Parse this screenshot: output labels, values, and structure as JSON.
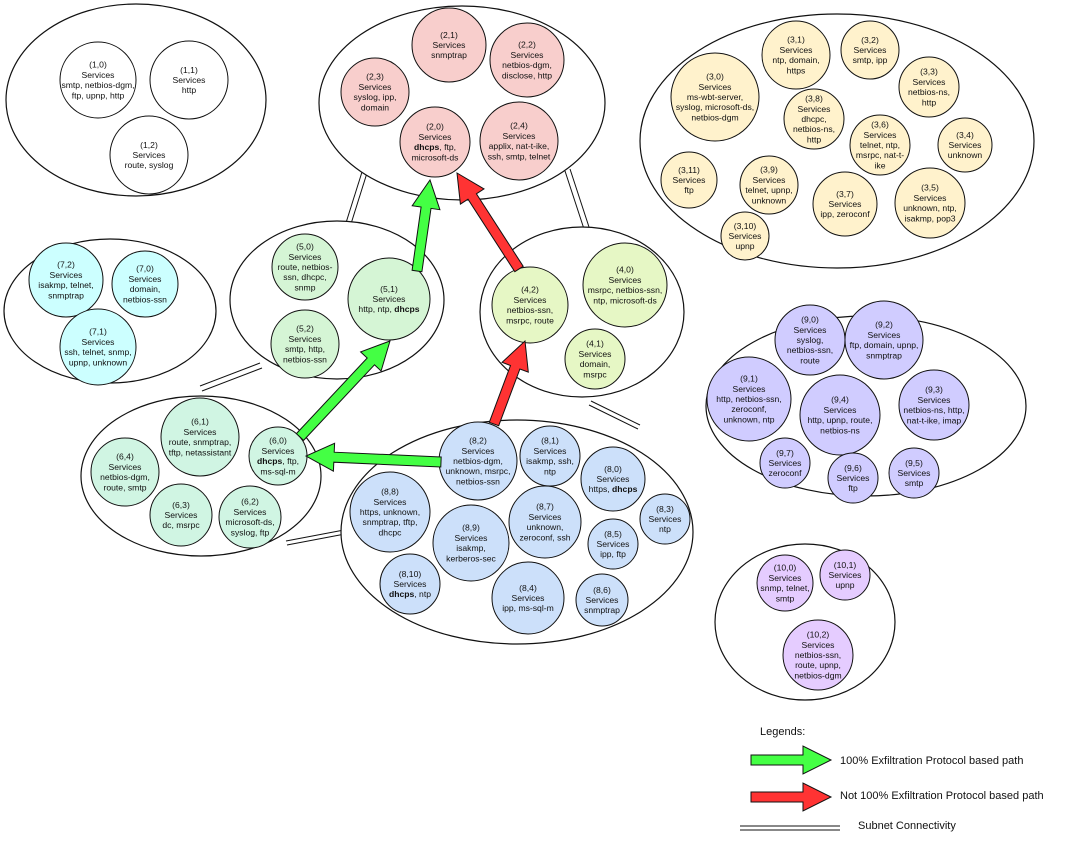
{
  "colors": {
    "subnet2": "#f8cecc",
    "subnet3": "#fff2cc",
    "subnet4": "#e6f7c5",
    "subnet5": "#d5f5d5",
    "subnet6": "#d0f5e3",
    "subnet7": "#ccffff",
    "subnet8": "#cce0fa",
    "subnet9": "#d0ccff",
    "subnet10": "#e5ccff",
    "white": "#ffffff",
    "green_arrow": "#44ff44",
    "red_arrow": "#ff3333"
  },
  "hosts": {
    "h1_0": {
      "lines": [
        "(1,0)",
        "Services",
        "smtp, netbios-dgm,",
        "ftp, upnp, http"
      ]
    },
    "h1_1": {
      "lines": [
        "(1,1)",
        "Services",
        "http"
      ]
    },
    "h1_2": {
      "lines": [
        "(1,2)",
        "Services",
        "route, syslog"
      ]
    },
    "h2_1": {
      "lines": [
        "(2,1)",
        "Services",
        "snmptrap"
      ]
    },
    "h2_2": {
      "lines": [
        "(2,2)",
        "Services",
        "netbios-dgm,",
        "disclose, http"
      ]
    },
    "h2_3": {
      "lines": [
        "(2,3)",
        "Services",
        "syslog, ipp,",
        "domain"
      ]
    },
    "h2_0": {
      "lines": [
        "(2,0)",
        "Services",
        "dhcps, ftp,",
        "microsoft-ds"
      ]
    },
    "h2_4": {
      "lines": [
        "(2,4)",
        "Services",
        "applix, nat-t-ike,",
        "ssh, smtp, telnet"
      ]
    },
    "h3_1": {
      "lines": [
        "(3,1)",
        "Services",
        "ntp, domain,",
        "https"
      ]
    },
    "h3_2": {
      "lines": [
        "(3,2)",
        "Services",
        "smtp, ipp"
      ]
    },
    "h3_0": {
      "lines": [
        "(3,0)",
        "Services",
        "ms-wbt-server,",
        "syslog, microsoft-ds,",
        "netbios-dgm"
      ]
    },
    "h3_3": {
      "lines": [
        "(3,3)",
        "Services",
        "netbios-ns,",
        "http"
      ]
    },
    "h3_8": {
      "lines": [
        "(3,8)",
        "Services",
        "dhcpc,",
        "netbios-ns,",
        "http"
      ]
    },
    "h3_6": {
      "lines": [
        "(3,6)",
        "Services",
        "telnet, ntp,",
        "msrpc, nat-t-",
        "ike"
      ]
    },
    "h3_4": {
      "lines": [
        "(3,4)",
        "Services",
        "unknown"
      ]
    },
    "h3_11": {
      "lines": [
        "(3,11)",
        "Services",
        "ftp"
      ]
    },
    "h3_9": {
      "lines": [
        "(3,9)",
        "Services",
        "telnet, upnp,",
        "unknown"
      ]
    },
    "h3_7": {
      "lines": [
        "(3,7)",
        "Services",
        "ipp, zeroconf"
      ]
    },
    "h3_5": {
      "lines": [
        "(3,5)",
        "Services",
        "unknown, ntp,",
        "isakmp, pop3"
      ]
    },
    "h3_10": {
      "lines": [
        "(3,10)",
        "Services",
        "upnp"
      ]
    },
    "h7_2": {
      "lines": [
        "(7,2)",
        "Services",
        "isakmp, telnet,",
        "snmptrap"
      ]
    },
    "h7_0": {
      "lines": [
        "(7,0)",
        "Services",
        "domain,",
        "netbios-ssn"
      ]
    },
    "h7_1": {
      "lines": [
        "(7,1)",
        "Services",
        "ssh, telnet, snmp,",
        "upnp, unknown"
      ]
    },
    "h5_0": {
      "lines": [
        "(5,0)",
        "Services",
        "route, netbios-",
        "ssn, dhcpc,",
        "snmp"
      ]
    },
    "h5_1": {
      "lines": [
        "(5,1)",
        "Services",
        "http, ntp, dhcps"
      ]
    },
    "h5_2": {
      "lines": [
        "(5,2)",
        "Services",
        "smtp, http,",
        "netbios-ssn"
      ]
    },
    "h4_2": {
      "lines": [
        "(4,2)",
        "Services",
        "netbios-ssn,",
        "msrpc, route"
      ]
    },
    "h4_0": {
      "lines": [
        "(4,0)",
        "Services",
        "msrpc, netbios-ssn,",
        "ntp, microsoft-ds"
      ]
    },
    "h4_1": {
      "lines": [
        "(4,1)",
        "Services",
        "domain,",
        "msrpc"
      ]
    },
    "h9_0": {
      "lines": [
        "(9,0)",
        "Services",
        "syslog,",
        "netbios-ssn,",
        "route"
      ]
    },
    "h9_2": {
      "lines": [
        "(9,2)",
        "Services",
        "ftp, domain, upnp,",
        "snmptrap"
      ]
    },
    "h9_1": {
      "lines": [
        "(9,1)",
        "Services",
        "http, netbios-ssn,",
        "zeroconf,",
        "unknown, ntp"
      ]
    },
    "h9_4": {
      "lines": [
        "(9,4)",
        "Services",
        "http, upnp, route,",
        "netbios-ns"
      ]
    },
    "h9_3": {
      "lines": [
        "(9,3)",
        "Services",
        "netbios-ns, http,",
        "nat-t-ike, imap"
      ]
    },
    "h9_7": {
      "lines": [
        "(9,7)",
        "Services",
        "zeroconf"
      ]
    },
    "h9_6": {
      "lines": [
        "(9,6)",
        "Services",
        "ftp"
      ]
    },
    "h9_5": {
      "lines": [
        "(9,5)",
        "Services",
        "smtp"
      ]
    },
    "h6_1": {
      "lines": [
        "(6,1)",
        "Services",
        "route, snmptrap,",
        "tftp, netassistant"
      ]
    },
    "h6_4": {
      "lines": [
        "(6,4)",
        "Services",
        "netbios-dgm,",
        "route, smtp"
      ]
    },
    "h6_0": {
      "lines": [
        "(6,0)",
        "Services",
        "dhcps, ftp,",
        "ms-sql-m"
      ]
    },
    "h6_3": {
      "lines": [
        "(6,3)",
        "Services",
        "dc, msrpc"
      ]
    },
    "h6_2": {
      "lines": [
        "(6,2)",
        "Services",
        "microsoft-ds,",
        "syslog, ftp"
      ]
    },
    "h8_2": {
      "lines": [
        "(8,2)",
        "Services",
        "netbios-dgm,",
        "unknown, msrpc,",
        "netbios-ssn"
      ]
    },
    "h8_1": {
      "lines": [
        "(8,1)",
        "Services",
        "isakmp, ssh,",
        "ntp"
      ]
    },
    "h8_0": {
      "lines": [
        "(8,0)",
        "Services",
        "https, dhcps"
      ]
    },
    "h8_8": {
      "lines": [
        "(8,8)",
        "Services",
        "https, unknown,",
        "snmptrap, tftp,",
        "dhcpc"
      ]
    },
    "h8_7": {
      "lines": [
        "(8,7)",
        "Services",
        "unknown,",
        "zeroconf, ssh"
      ]
    },
    "h8_3": {
      "lines": [
        "(8,3)",
        "Services",
        "ntp"
      ]
    },
    "h8_9": {
      "lines": [
        "(8,9)",
        "Services",
        "isakmp,",
        "kerberos-sec"
      ]
    },
    "h8_5": {
      "lines": [
        "(8,5)",
        "Services",
        "ipp, ftp"
      ]
    },
    "h8_10": {
      "lines": [
        "(8,10)",
        "Services",
        "dhcps, ntp"
      ]
    },
    "h8_4": {
      "lines": [
        "(8,4)",
        "Services",
        "ipp, ms-sql-m"
      ]
    },
    "h8_6": {
      "lines": [
        "(8,6)",
        "Services",
        "snmptrap"
      ]
    },
    "h10_0": {
      "lines": [
        "(10,0)",
        "Services",
        "snmp, telnet,",
        "smtp"
      ]
    },
    "h10_1": {
      "lines": [
        "(10,1)",
        "Services",
        "upnp"
      ]
    },
    "h10_2": {
      "lines": [
        "(10,2)",
        "Services",
        "netbios-ssn,",
        "route, upnp,",
        "netbios-dgm"
      ]
    }
  },
  "legend": {
    "title": "Legends:",
    "green_label": "100% Exfiltration Protocol based path",
    "red_label": "Not 100% Exfiltration Protocol based path",
    "connectivity_label": "Subnet Connectivity"
  }
}
